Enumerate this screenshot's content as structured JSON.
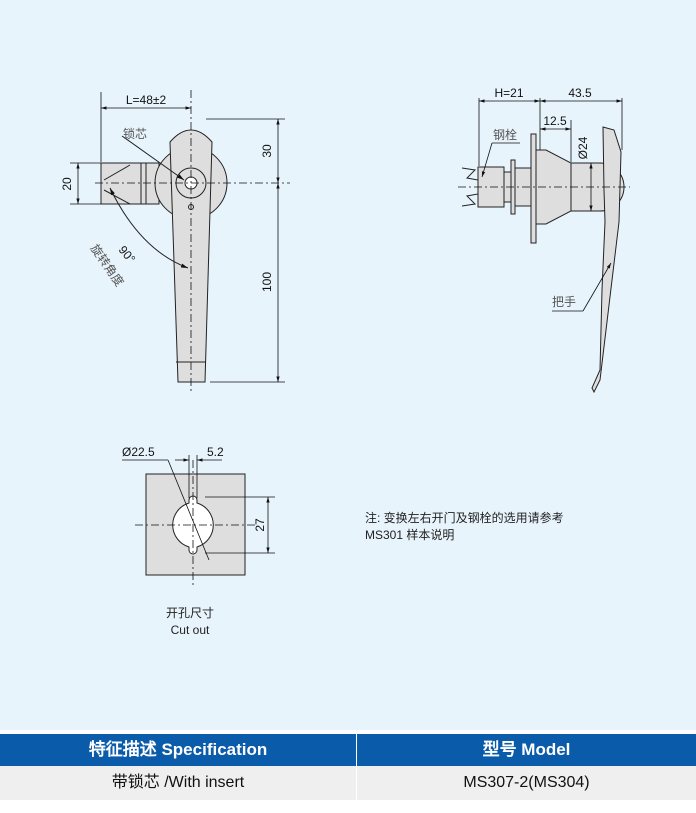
{
  "front_view": {
    "dim_L": "L=48±2",
    "dim_20": "20",
    "dim_30": "30",
    "dim_100": "100",
    "label_lock_core": "锁芯",
    "angle": "90°",
    "label_rotation": "旋转角度"
  },
  "side_view": {
    "dim_H": "H=21",
    "dim_43_5": "43.5",
    "dim_12_5": "12.5",
    "dim_dia24": "Ø24",
    "label_bolt": "钢栓",
    "label_handle": "把手"
  },
  "cutout": {
    "dim_dia": "Ø22.5",
    "dim_5_2": "5.2",
    "dim_27": "27",
    "label_cn": "开孔尺寸",
    "label_en": "Cut out"
  },
  "note": {
    "line1": "注:  变换左右开门及钢栓的选用请参考",
    "line2": "MS301 样本说明"
  },
  "table": {
    "headers": [
      "特征描述 Specification",
      "型号 Model"
    ],
    "rows": [
      [
        "带锁芯 /With insert",
        "MS307-2(MS304)"
      ]
    ]
  },
  "colors": {
    "header_bg": "#0b5bab",
    "row_bg": "#efefef",
    "canvas_bg": "#e8f4fc",
    "part_fill": "#dedede"
  }
}
